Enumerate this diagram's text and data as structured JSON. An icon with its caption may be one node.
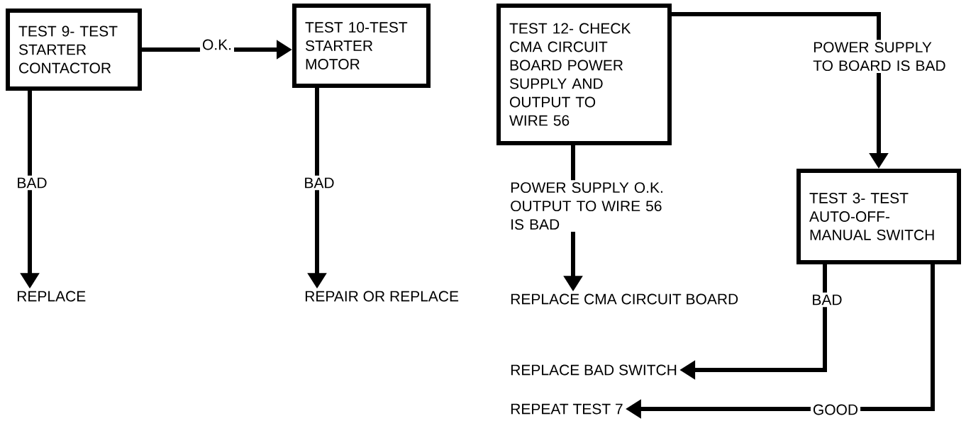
{
  "diagram": {
    "nodes": [
      {
        "text": [
          "TEST 9- TEST STARTER CONTACTOR"
        ]
      },
      {
        "text": [
          "TEST 10-TEST STARTER MOTOR"
        ]
      },
      {
        "text": [
          "TEST 12- CHECK CMA CIRCUIT BOARD POWER SUPPLY AND OUTPUT TO WIRE 56"
        ]
      },
      {
        "text": [
          "TEST 3- TEST AUTO-OFF-MANUAL SWITCH"
        ]
      },
      {
        "text": [
          "REPLACE"
        ]
      },
      {
        "text": [
          "REPAIR OR REPLACE"
        ]
      },
      {
        "text": [
          "REPLACE CMA CIRCUIT BOARD"
        ]
      },
      {
        "text": [
          "REPLACE BAD SWITCH"
        ]
      },
      {
        "text": [
          "REPEAT TEST 7"
        ]
      }
    ],
    "edges": [
      {
        "from": 0,
        "to": 1,
        "arrow": "to",
        "label": "O.K."
      },
      {
        "from": 0,
        "to": 4,
        "arrow": "to",
        "label": "BAD"
      },
      {
        "from": 1,
        "to": 5,
        "arrow": "to",
        "label": "BAD"
      },
      {
        "from": 2,
        "to": 6,
        "arrow": "to",
        "label": "POWER SUPPLY O.K. OUTPUT TO WIRE 56 IS BAD"
      },
      {
        "from": 2,
        "to": 3,
        "arrow": "to",
        "label": "POWER SUPPLY TO BOARD IS BAD"
      },
      {
        "from": 3,
        "to": 7,
        "arrow": "to",
        "label": "BAD"
      },
      {
        "from": 3,
        "to": 8,
        "arrow": "to",
        "label": "GOOD"
      }
    ]
  }
}
